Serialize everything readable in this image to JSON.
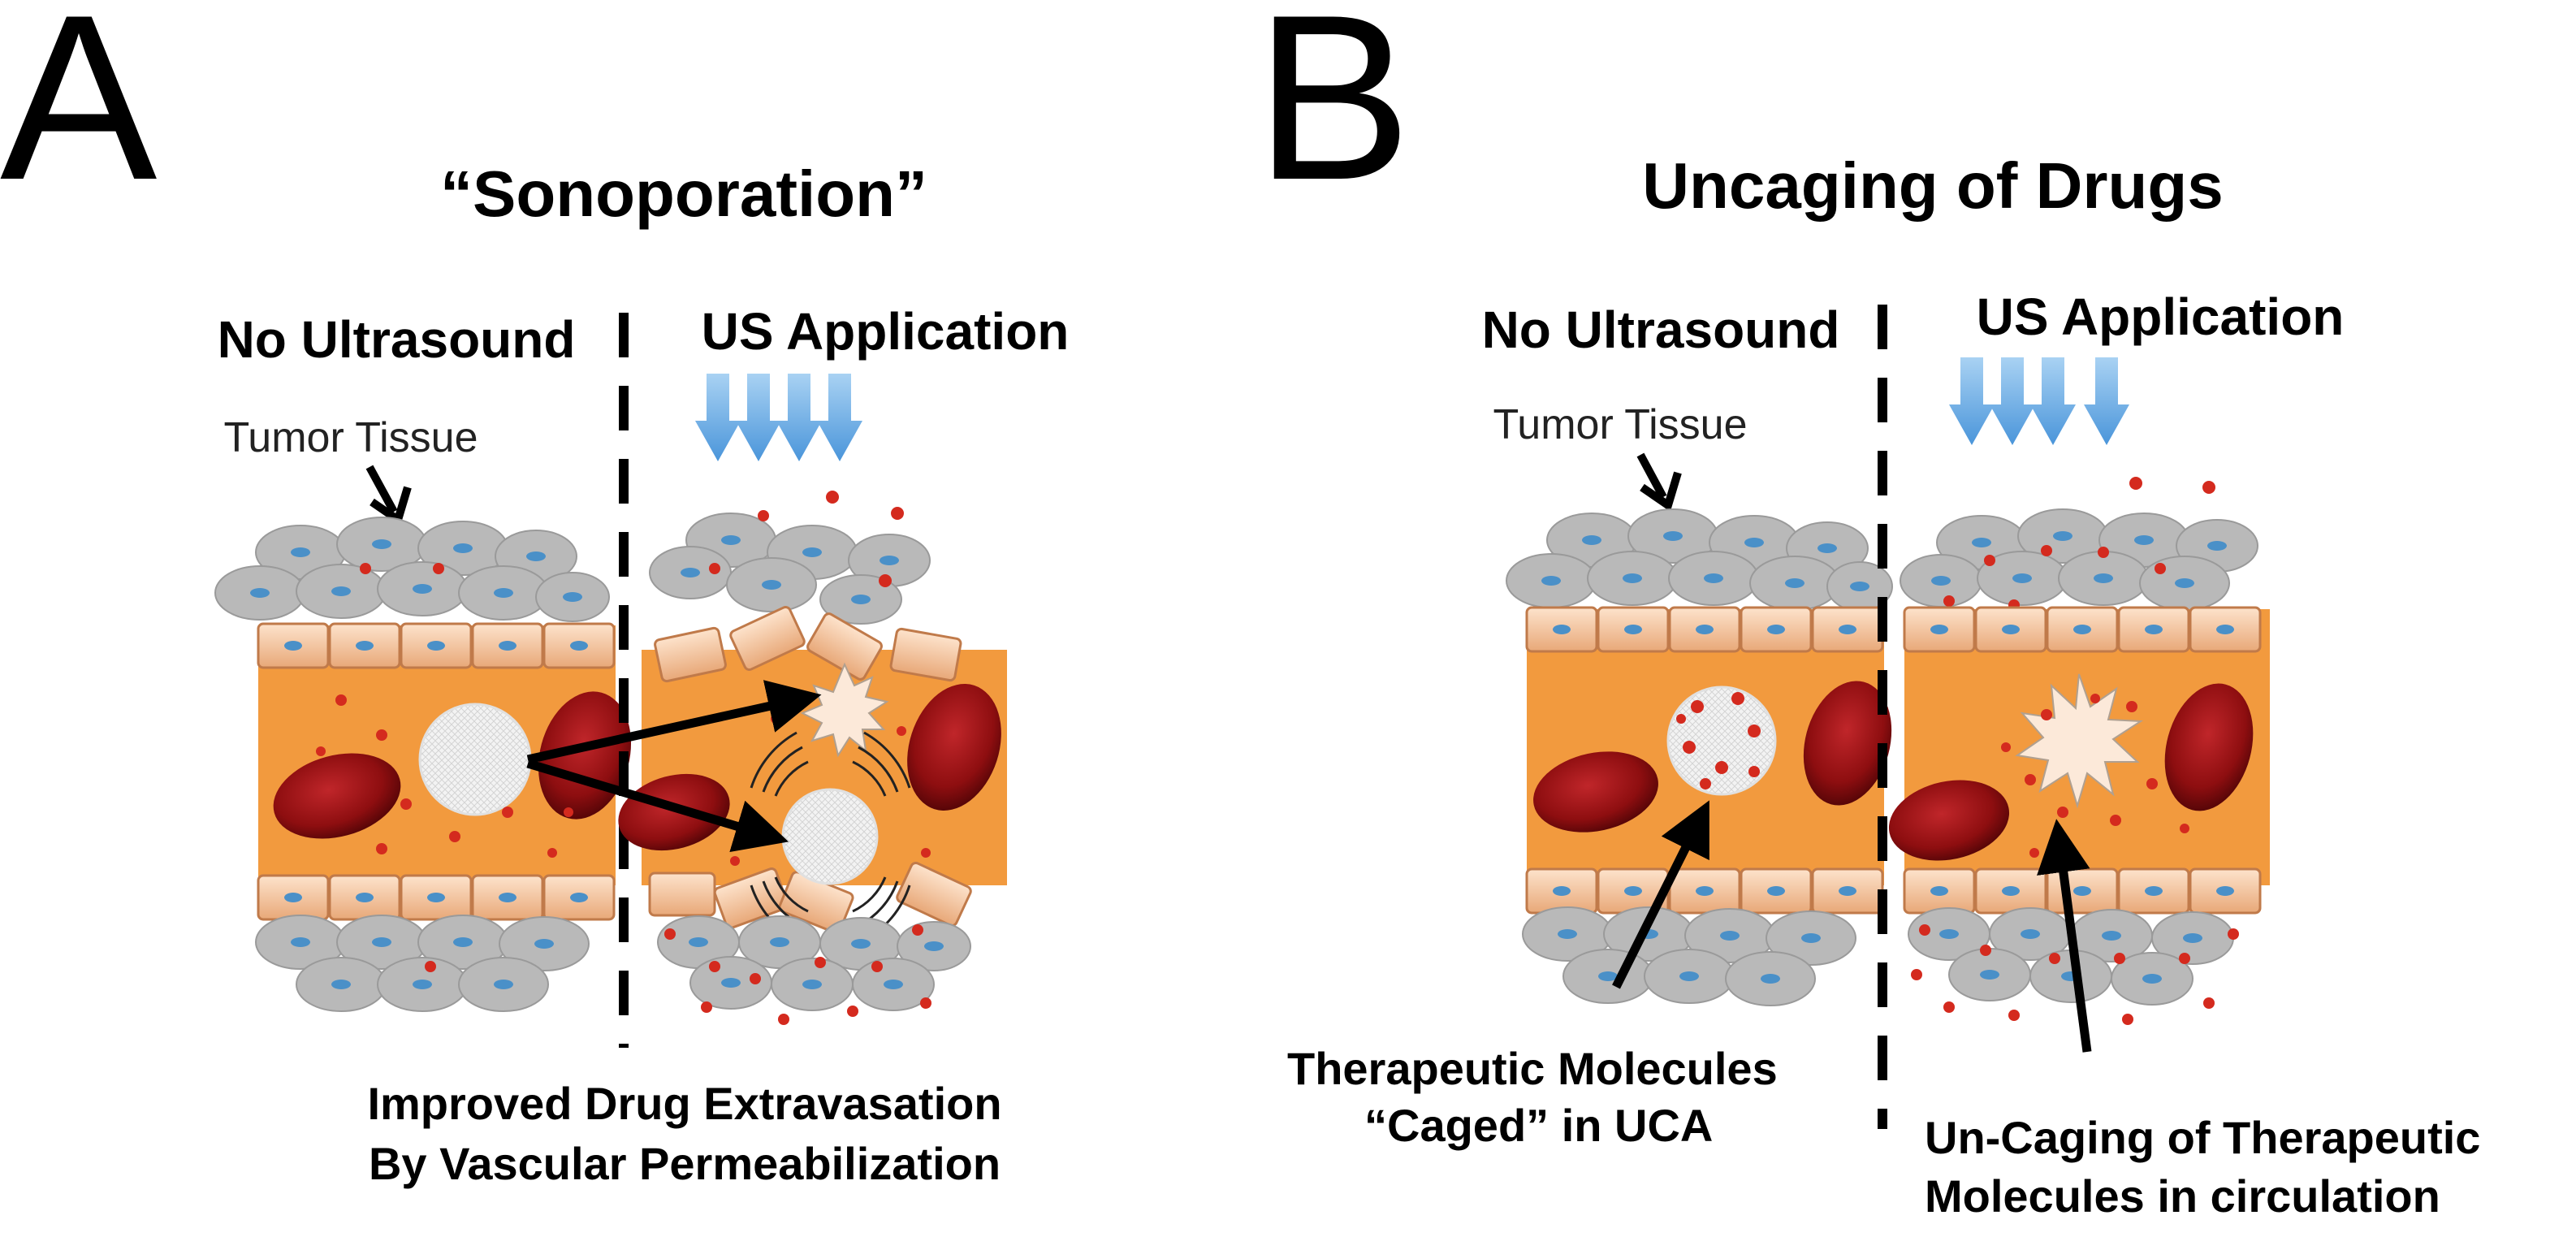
{
  "panel_a": {
    "letter": "A",
    "title": "“Sonoporation”",
    "left_header": "No Ultrasound",
    "right_header": "US Application",
    "tissue_label": "Tumor Tissue",
    "caption_line1": "Improved Drug Extravasation",
    "caption_line2": "By Vascular Permeabilization"
  },
  "panel_b": {
    "letter": "B",
    "title": "Uncaging of Drugs",
    "left_header": "No Ultrasound",
    "right_header": "US Application",
    "tissue_label": "Tumor Tissue",
    "caption_left_line1": "Therapeutic  Molecules",
    "caption_left_line2": "“Caged” in UCA",
    "caption_right_line1": "Un-Caging of Therapeutic",
    "caption_right_line2": "Molecules in circulation"
  },
  "colors": {
    "vessel_orange": "#f29a3e",
    "endothelial_peach": "#f6c49a",
    "tissue_gray": "#b9b9b9",
    "nucleus_blue": "#4a90c8",
    "drug_red": "#d42a1e",
    "rbc_dark_red": "#8e0e10",
    "ultrasound_arrow_blue": "#6fb0e6",
    "bubble_white": "#f4f4f4"
  }
}
